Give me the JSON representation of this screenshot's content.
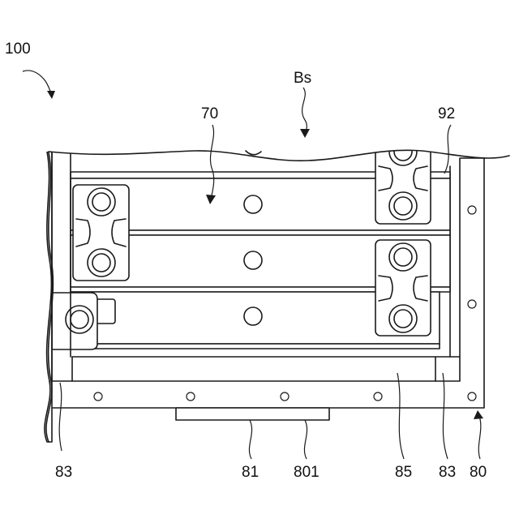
{
  "labels": {
    "device": "100",
    "section": "Bs",
    "stack": "70",
    "corner_block": "92",
    "left_spacer": "83",
    "foot": "81",
    "foot_sub": "801",
    "base_rail": "85",
    "right_spacer": "83",
    "frame": "80"
  },
  "colors": {
    "line": "#1a1a1a",
    "background": "#ffffff"
  }
}
